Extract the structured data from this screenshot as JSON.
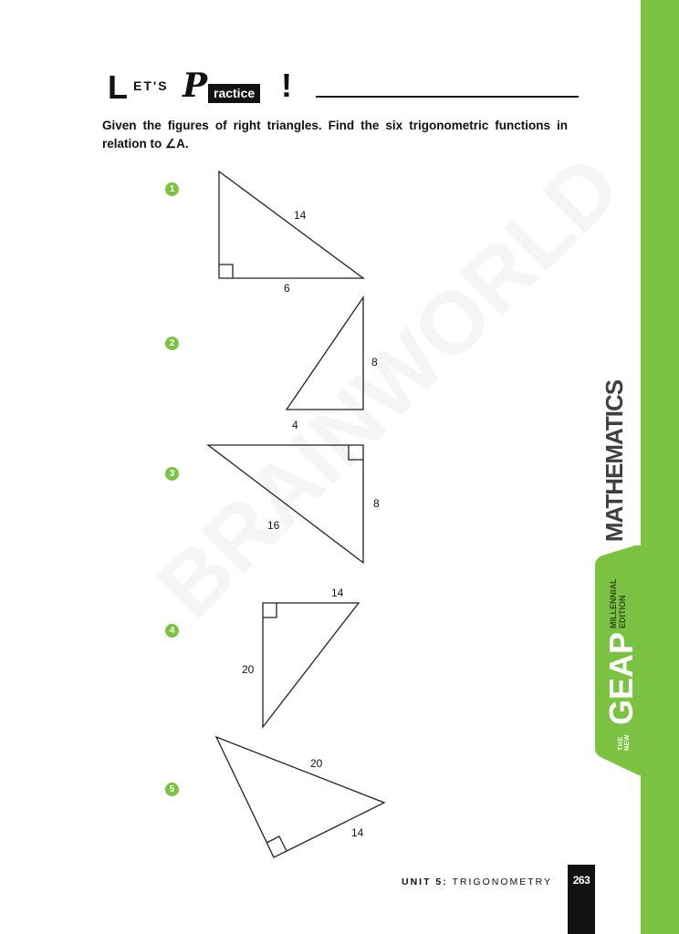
{
  "header": {
    "lets_L": "L",
    "lets_rest": "ET'S",
    "practice_P": "P",
    "practice_rest": "ractice",
    "exclaim": "!"
  },
  "instructions": {
    "text": "Given the figures of right triangles. Find the six trigonometric functions in relation to ∠A."
  },
  "problems": [
    {
      "number": "1",
      "labels": [
        "14",
        "6"
      ]
    },
    {
      "number": "2",
      "labels": [
        "8",
        "4"
      ]
    },
    {
      "number": "3",
      "labels": [
        "8",
        "16"
      ]
    },
    {
      "number": "4",
      "labels": [
        "14",
        "20"
      ]
    },
    {
      "number": "5",
      "labels": [
        "20",
        "14"
      ]
    }
  ],
  "sidebar": {
    "subject": "MATHEMATICS",
    "brand_prefix": "THE NEW",
    "brand_name": "GEAP",
    "brand_edition_line1": "MILLENNIAL",
    "brand_edition_line2": "EDITION"
  },
  "watermark": "BRAINWORLD",
  "footer": {
    "unit_label": "UNIT 5:",
    "unit_title": "TRIGONOMETRY",
    "page_number": "263"
  },
  "colors": {
    "accent_green": "#7cc242",
    "text_dark": "#111111"
  }
}
